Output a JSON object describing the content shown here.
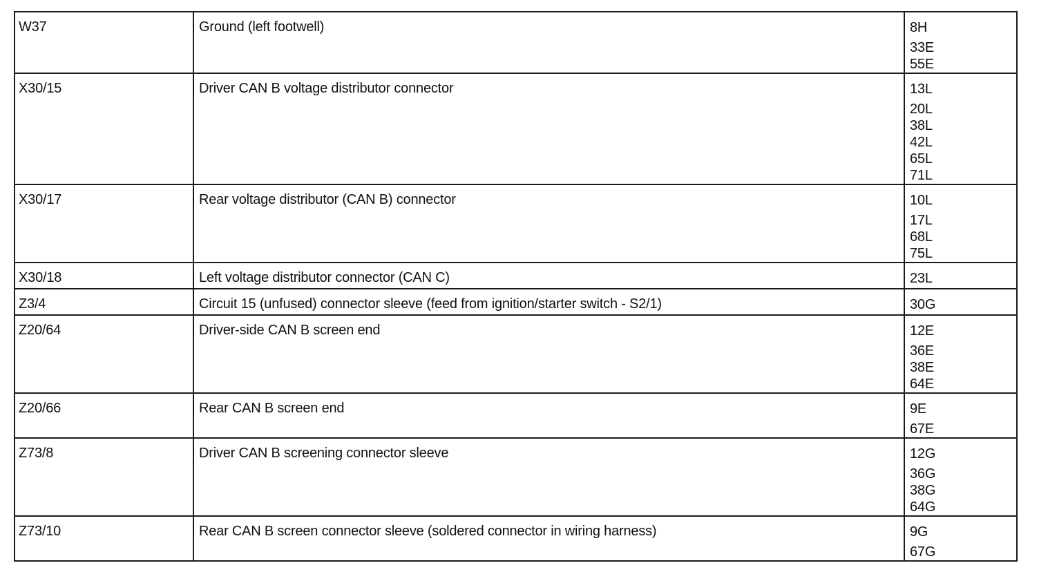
{
  "rows": [
    {
      "code": "W37",
      "description": "Ground (left footwell)",
      "refs": [
        "8H",
        "33E",
        "55E"
      ],
      "height": 89
    },
    {
      "code": "X30/15",
      "description": "Driver CAN B voltage distributor connector",
      "refs": [
        "13L",
        "20L",
        "38L",
        "42L",
        "65L",
        "71L"
      ],
      "height": 161
    },
    {
      "code": "X30/17",
      "description": "Rear voltage distributor (CAN B) connector",
      "refs": [
        "10L",
        "17L",
        "68L",
        "75L"
      ],
      "height": 113
    },
    {
      "code": "X30/18",
      "description": "Left voltage distributor connector (CAN C)",
      "refs": [
        "23L"
      ],
      "height": 38
    },
    {
      "code": "Z3/4",
      "description": "Circuit 15 (unfused) connector sleeve (feed from ignition/starter switch - S2/1)",
      "refs": [
        "30G"
      ],
      "height": 38
    },
    {
      "code": "Z20/64",
      "description": "Driver-side CAN B screen end",
      "refs": [
        "12E",
        "36E",
        "38E",
        "64E"
      ],
      "height": 113
    },
    {
      "code": "Z20/66",
      "description": "Rear CAN B screen end",
      "refs": [
        "9E",
        "67E"
      ],
      "height": 62
    },
    {
      "code": "Z73/8",
      "description": "Driver CAN B screening connector sleeve",
      "refs": [
        "12G",
        "36G",
        "38G",
        "64G"
      ],
      "height": 113
    },
    {
      "code": "Z73/10",
      "description": "Rear CAN B screen connector sleeve (soldered connector in wiring harness)",
      "refs": [
        "9G",
        "67G"
      ],
      "height": 62
    }
  ]
}
